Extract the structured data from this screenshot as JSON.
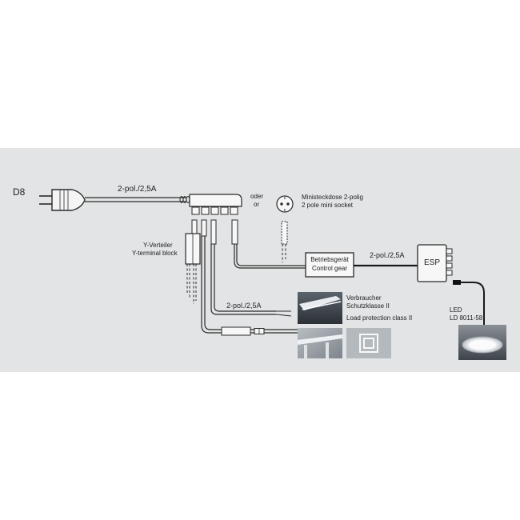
{
  "diagram_id": "D8",
  "cable_rating": "2-pol./2,5A",
  "cable_label_main": "2-pol./2,5A",
  "cable_label_esp": "2-pol./2,5A",
  "cable_label_consumer": "2-pol./2,5A",
  "alternative": {
    "de": "oder",
    "en": "or"
  },
  "mini_socket": {
    "de": "Ministeckdose 2-polig",
    "en": "2 pole mini socket"
  },
  "y_terminal": {
    "de": "Y-Verteiler",
    "en": "Y-terminal block"
  },
  "control_gear": {
    "de": "Betriebsgerät",
    "en": "Control gear"
  },
  "esp": {
    "label": "ESP"
  },
  "consumer": {
    "de1": "Verbraucher",
    "de2": "Schutzklasse II",
    "en": "Load protection class II"
  },
  "led": {
    "line1": "LED",
    "line2": "LD 8011-58"
  },
  "colors": {
    "panel": "#e2e4e5",
    "line": "#2a2a2a",
    "text": "#1e1e1e"
  }
}
